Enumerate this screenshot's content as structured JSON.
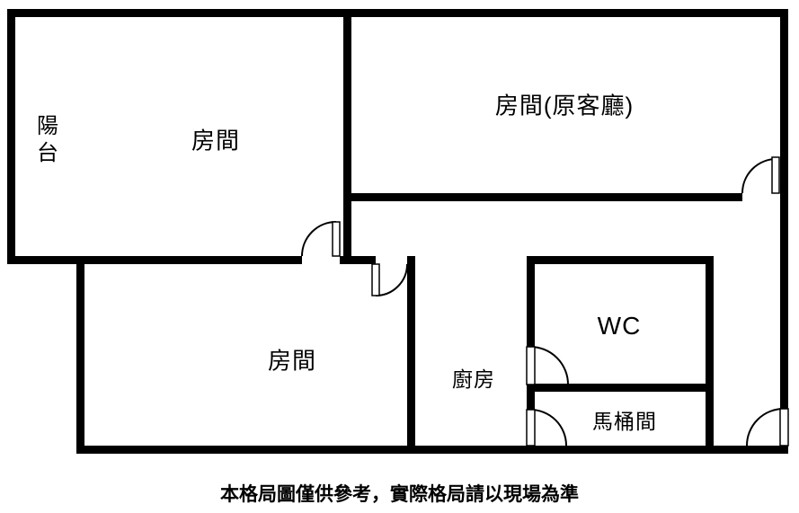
{
  "colors": {
    "wall": "#000000",
    "background": "#ffffff",
    "door_line": "#000000"
  },
  "rooms": {
    "balcony": {
      "label": "陽台"
    },
    "bedroom_top_left": {
      "label": "房間"
    },
    "bedroom_top_right": {
      "label": "房間(原客廳)"
    },
    "bedroom_bottom": {
      "label": "房間"
    },
    "kitchen": {
      "label": "廚房"
    },
    "wc": {
      "label": "WC"
    },
    "toilet": {
      "label": "馬桶間"
    }
  },
  "caption": "本格局圖僅供參考，實際格局請以現場為準"
}
